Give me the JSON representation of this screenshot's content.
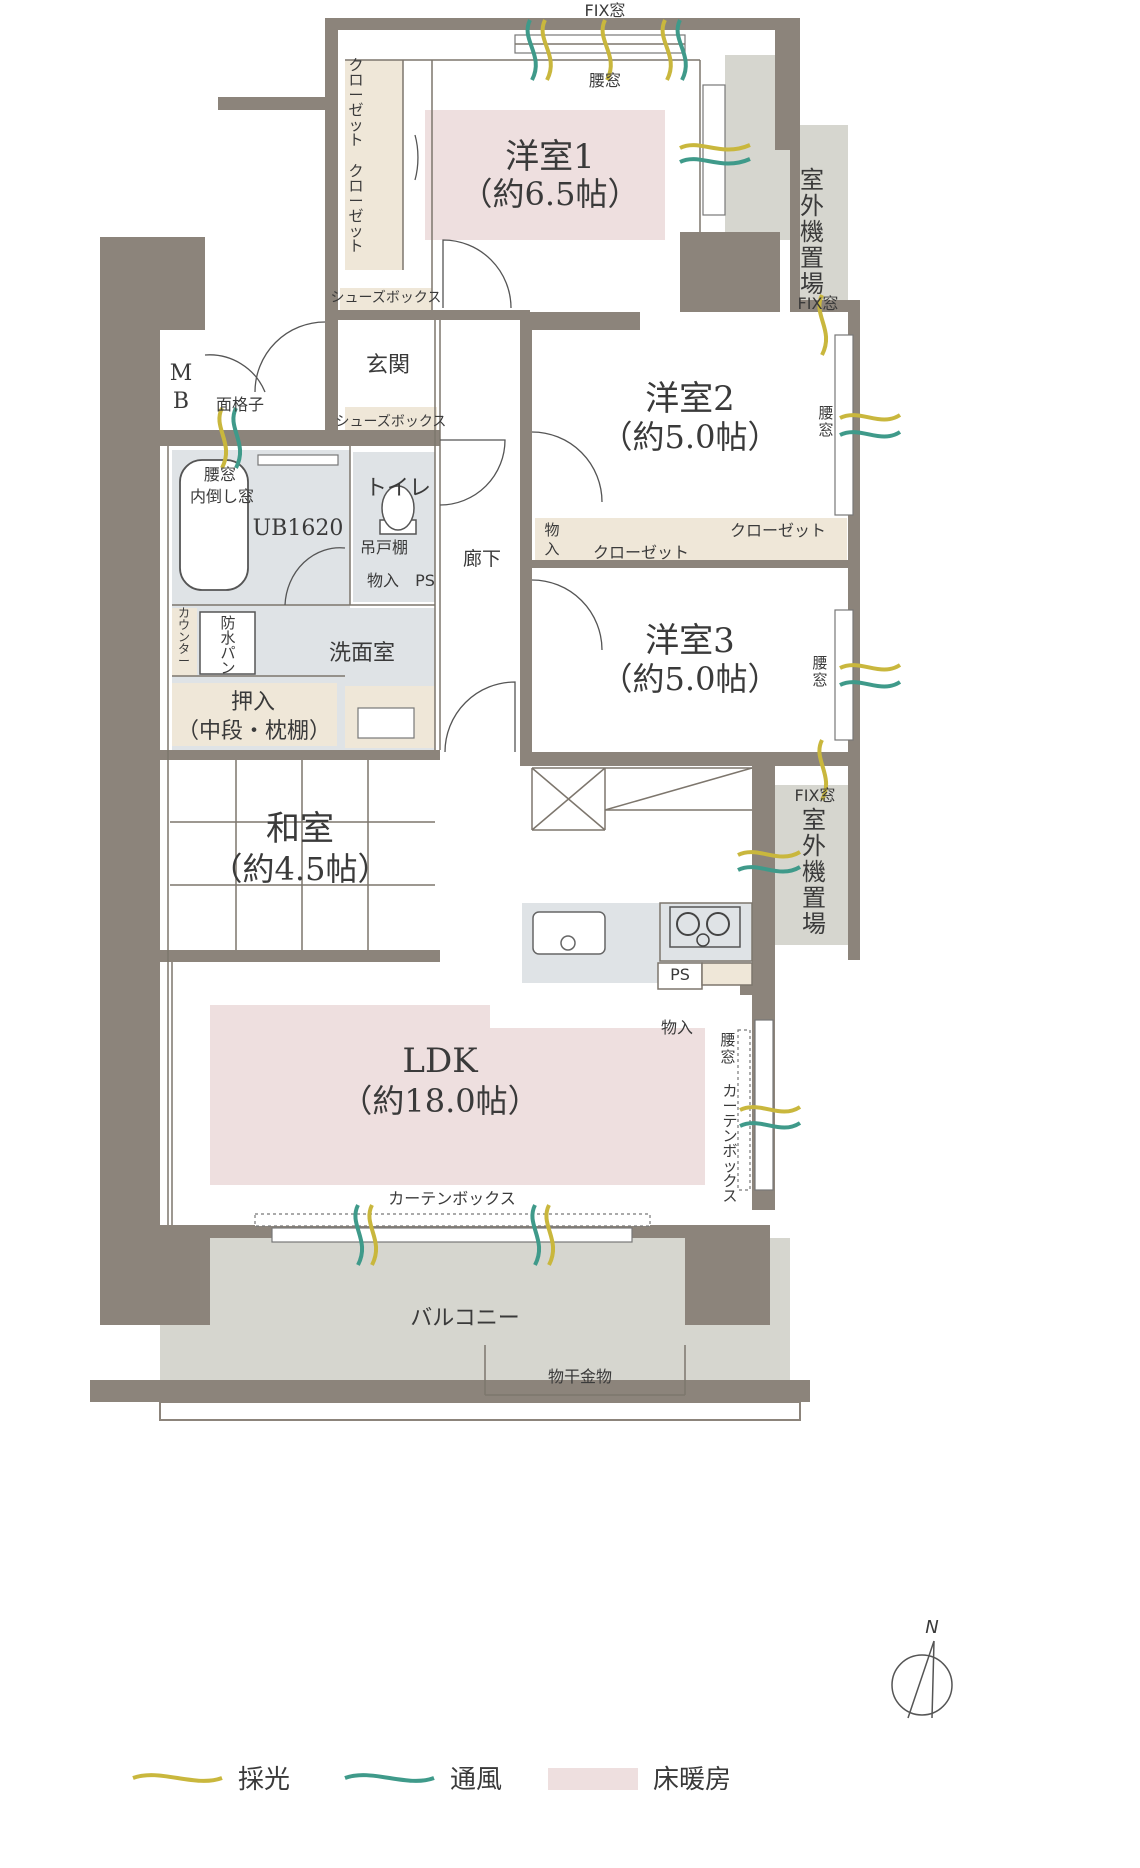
{
  "rooms": {
    "western1": {
      "name": "洋室1",
      "size": "（約6.5帖）"
    },
    "western2": {
      "name": "洋室2",
      "size": "（約5.0帖）"
    },
    "western3": {
      "name": "洋室3",
      "size": "（約5.0帖）"
    },
    "japanese": {
      "name": "和室",
      "size": "（約4.5帖）"
    },
    "ldk": {
      "name": "LDK",
      "size": "（約18.0帖）"
    },
    "entrance": "玄関",
    "toilet": "トイレ",
    "washroom": "洗面室",
    "bath": "UB1620",
    "hallway": "廊下",
    "balcony": "バルコニー"
  },
  "labels": {
    "fix_window": "FIX窓",
    "waist_window": "腰窓",
    "closet": "クローゼット",
    "shoe_box": "シューズボックス",
    "mb": [
      "M",
      "B"
    ],
    "grille": "面格子",
    "bath_window": [
      "腰窓",
      "内倒し窓"
    ],
    "hanging_shelf": "吊戸棚",
    "storage": "物入",
    "ps": "PS",
    "counter": "カウンター",
    "waterproof_pan": "防水パン",
    "oshiire": [
      "押入",
      "（中段・枕棚）"
    ],
    "outdoor_unit": "室外機置場",
    "curtain_box": "カーテンボックス",
    "laundry_hardware": "物干金物",
    "north": "N"
  },
  "legend": [
    {
      "label": "採光",
      "color": "#c9b73d"
    },
    {
      "label": "通風",
      "color": "#3f9a8a"
    },
    {
      "label": "床暖房",
      "color": "#eedfdf"
    }
  ],
  "colors": {
    "wall": "#8c847b",
    "balcony": "#d6d6cf",
    "wet_area": "#dfe3e6",
    "storage": "#efe7d8",
    "floor_heat": "#eedfdf",
    "light": "#c9b73d",
    "wind": "#3f9a8a"
  }
}
